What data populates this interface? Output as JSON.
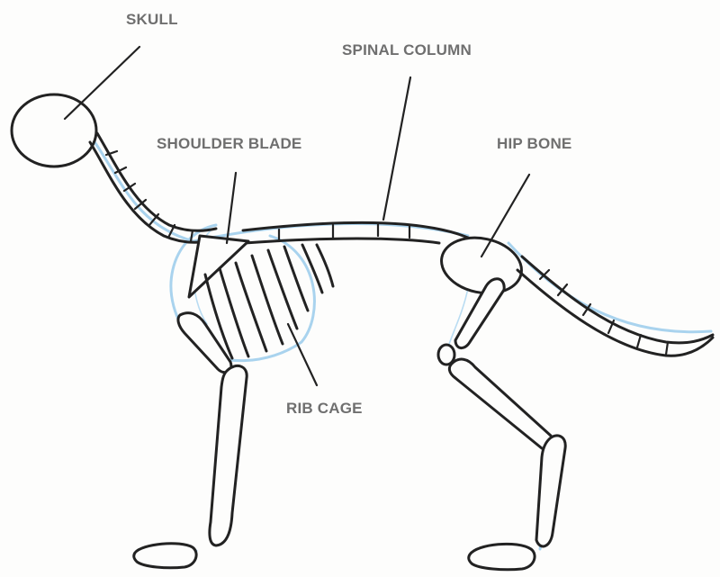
{
  "labels": {
    "skull": "SKULL",
    "spinal_column": "SPINAL COLUMN",
    "shoulder_blade": "SHOULDER BLADE",
    "hip_bone": "HIP BONE",
    "rib_cage": "RIB CAGE"
  },
  "colors": {
    "label_text": "#6f6f6f",
    "pencil_line": "#222222",
    "guide_line": "#a9d3ee"
  }
}
